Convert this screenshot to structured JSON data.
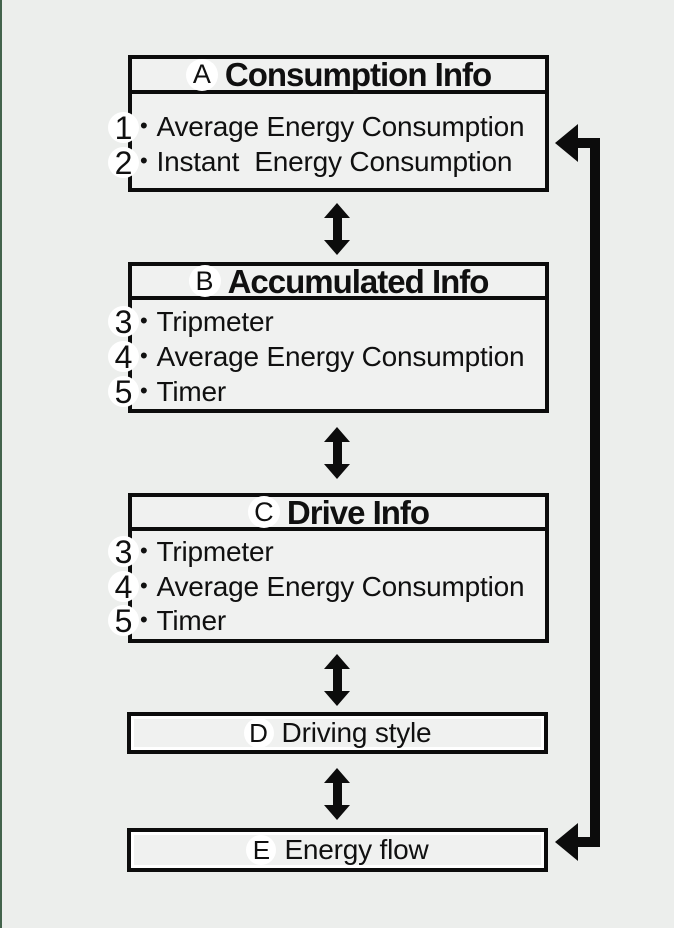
{
  "canvas": {
    "background": "#eceeec",
    "left_edge_color": "#43634c",
    "line_color": "#0c0c0c",
    "circle_fill": "#ffffff"
  },
  "bullet": "•",
  "boxes": [
    {
      "key": "A",
      "title": "Consumption Info",
      "items": [
        {
          "num": "1",
          "label": "Average Energy Consumption"
        },
        {
          "num": "2",
          "label": "Instant  Energy Consumption"
        }
      ]
    },
    {
      "key": "B",
      "title": "Accumulated Info",
      "items": [
        {
          "num": "3",
          "label": "Tripmeter"
        },
        {
          "num": "4",
          "label": "Average Energy Consumption"
        },
        {
          "num": "5",
          "label": "Timer"
        }
      ]
    },
    {
      "key": "C",
      "title": "Drive Info",
      "items": [
        {
          "num": "3",
          "label": "Tripmeter"
        },
        {
          "num": "4",
          "label": "Average Energy Consumption"
        },
        {
          "num": "5",
          "label": "Timer"
        }
      ]
    },
    {
      "key": "D",
      "title": "Driving style",
      "items": []
    },
    {
      "key": "E",
      "title": "Energy flow",
      "items": []
    }
  ]
}
